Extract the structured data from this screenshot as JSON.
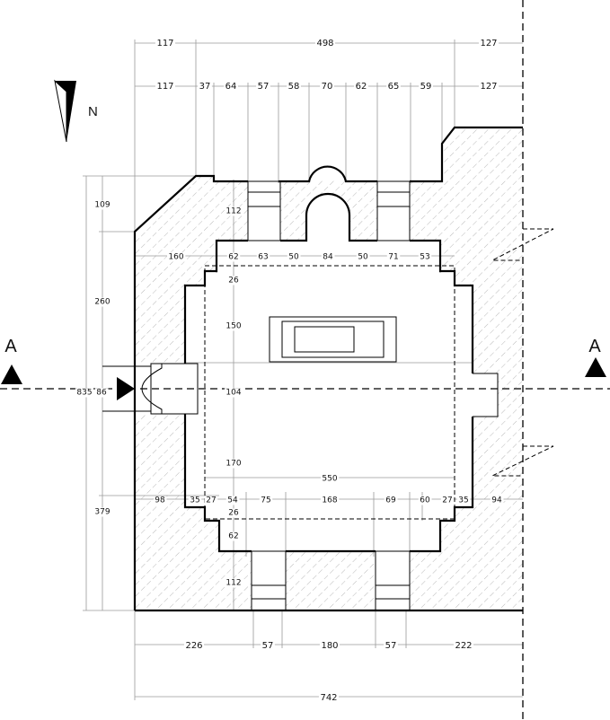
{
  "plan": {
    "north_label": "N",
    "section_label_left": "A",
    "section_label_right": "A",
    "top_overall": [
      "117",
      "498",
      "127"
    ],
    "top_detail": [
      "117",
      "37",
      "64",
      "57",
      "58",
      "70",
      "62",
      "65",
      "59",
      "127"
    ],
    "left_overall": "835",
    "left_detail": [
      "109",
      "260",
      "379"
    ],
    "north_inner": [
      "62",
      "63",
      "50",
      "84",
      "50",
      "71",
      "53"
    ],
    "south_inner": [
      "98",
      "35",
      "27",
      "54",
      "75",
      "168",
      "69",
      "60",
      "27",
      "35",
      "94"
    ],
    "vertical_inner": {
      "n_wall": "112",
      "left_160": "160",
      "top_step": "26",
      "upper": "150",
      "door_width": "86",
      "middle_width": "104",
      "lower": "170",
      "hall_width": "550",
      "bottom_step": "26",
      "bottom_62": "62",
      "s_wall": "112"
    },
    "bottom_detail": [
      "226",
      "57",
      "180",
      "57",
      "222"
    ],
    "bottom_overall": "742"
  }
}
